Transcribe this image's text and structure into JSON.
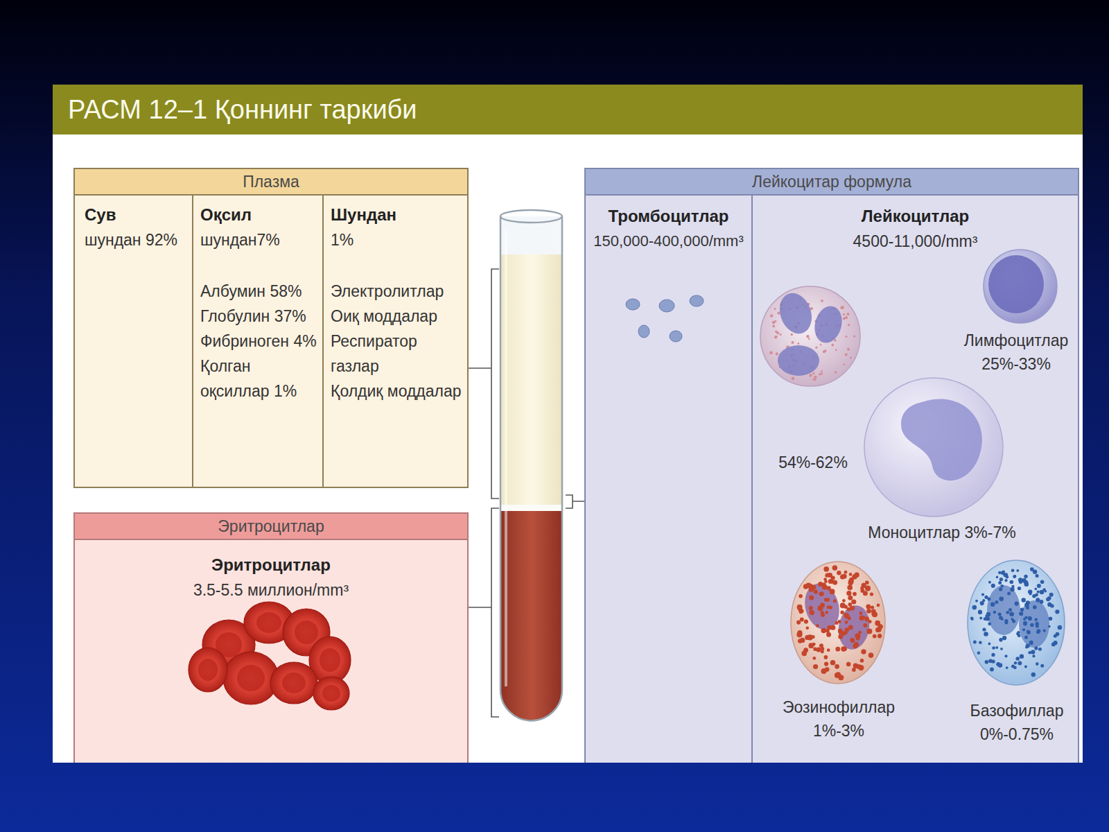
{
  "diagram": {
    "title": "РАСМ 12–1 Қоннинг таркиби",
    "nodes": [
      {
        "text": [
          "Плазма"
        ]
      },
      {
        "text": [
          "Сув",
          "шундан 92%"
        ],
        "in": 0
      },
      {
        "text": [
          "Оқсил",
          "шундан7%",
          "Албумин 58%",
          "Глобулин 37%",
          "Фибриноген 4%",
          "Қолган оқсиллар 1%"
        ],
        "in": 0
      },
      {
        "text": [
          "Шундан",
          "1%",
          "Электролитлар",
          "Оиқ моддалар",
          "Респиратор газлар",
          "Қолдиқ моддалар"
        ],
        "in": 0
      },
      {
        "text": [
          "Эритроцитлар",
          "Эритроцитлар",
          "3.5-5.5 миллион/mm³"
        ]
      },
      {
        "text": [
          "Лейкоцитар формула"
        ]
      },
      {
        "text": [
          "Тромбоцитлар",
          "150,000-400,000/mm³"
        ],
        "in": 5
      },
      {
        "text": [
          "Лейкоцитлар",
          "4500-11,000/mm³"
        ],
        "in": 5
      }
    ],
    "labels": [
      "Лимфоцитлар 25%-33%",
      "54%-62%",
      "Моноцитлар 3%-7%",
      "Эозинофиллар 1%-3%",
      "Базофиллар 0%-0.75%"
    ]
  }
}
